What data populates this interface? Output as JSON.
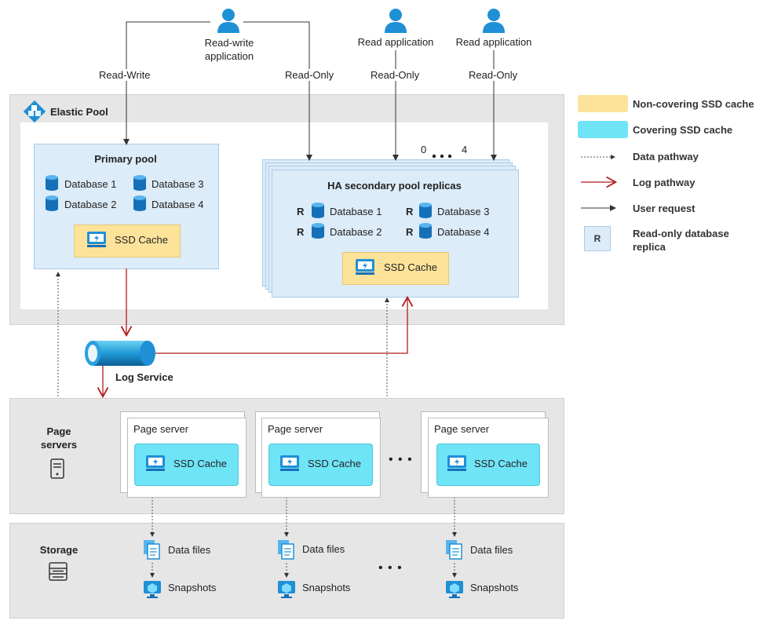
{
  "apps": {
    "read_write": "Read-write\napplication",
    "read_app_1": "Read application",
    "read_app_2": "Read application"
  },
  "edges": {
    "read_write": "Read-Write",
    "read_only_1": "Read-Only",
    "read_only_2": "Read-Only",
    "read_only_3": "Read-Only"
  },
  "elastic_pool": {
    "title": "Elastic Pool"
  },
  "primary_pool": {
    "title": "Primary pool",
    "databases": [
      "Database 1",
      "Database 2",
      "Database 3",
      "Database 4"
    ],
    "cache": "SSD Cache"
  },
  "ha_replicas": {
    "title": "HA secondary pool replicas",
    "count_label_start": "0",
    "count_label_end": "4",
    "replica_marker": "R",
    "databases": [
      "Database 1",
      "Database 2",
      "Database 3",
      "Database 4"
    ],
    "cache": "SSD Cache"
  },
  "log_service": {
    "label": "Log Service"
  },
  "page_servers": {
    "section_label": "Page\nservers",
    "servers": [
      {
        "title": "Page server",
        "cache": "SSD Cache"
      },
      {
        "title": "Page server",
        "cache": "SSD Cache"
      },
      {
        "title": "Page server",
        "cache": "SSD Cache"
      }
    ],
    "ellipsis": "• • •"
  },
  "storage": {
    "section_label": "Storage",
    "items": [
      {
        "data_files": "Data files",
        "snapshots": "Snapshots"
      },
      {
        "data_files": "Data files",
        "snapshots": "Snapshots"
      },
      {
        "data_files": "Data files",
        "snapshots": "Snapshots"
      }
    ],
    "ellipsis": "• • •"
  },
  "legend": {
    "non_covering": "Non-covering SSD cache",
    "covering": "Covering SSD cache",
    "data_pathway": "Data pathway",
    "log_pathway": "Log pathway",
    "user_request": "User request",
    "replica_marker": "R",
    "read_only_replica": "Read-only database\nreplica"
  },
  "colors": {
    "azure_blue": "#1f8fd6",
    "log_red": "#b31b1b",
    "covering_cache": "#6fe4f7",
    "non_covering_cache": "#fde39a",
    "pool_fill": "#dcecf9"
  }
}
